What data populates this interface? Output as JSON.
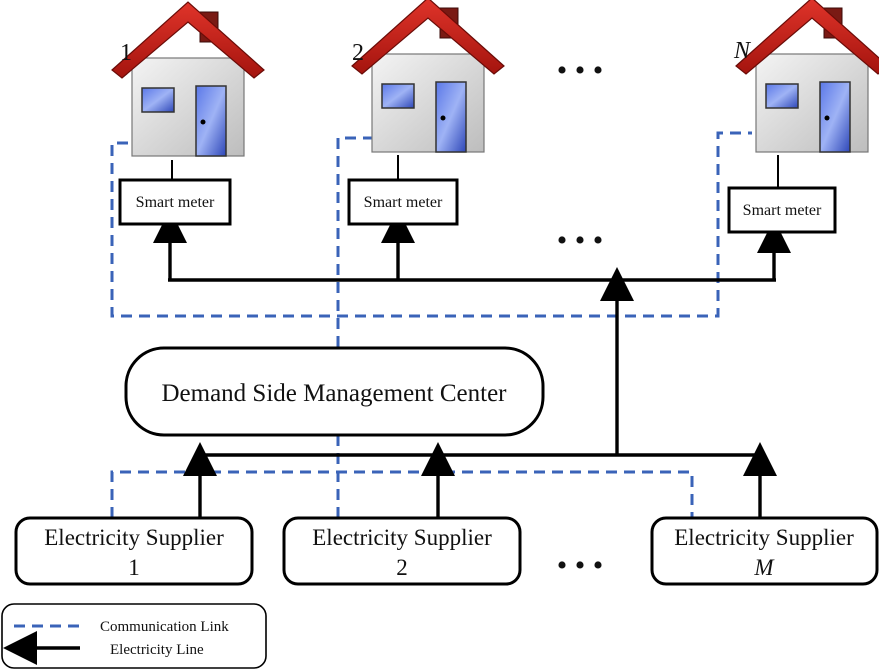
{
  "houses": [
    {
      "label": "1"
    },
    {
      "label": "2"
    },
    {
      "label": "N"
    }
  ],
  "smart_meter_label": "Smart meter",
  "ellipsis": "• • •",
  "dsm_center_label": "Demand Side Management Center",
  "suppliers": [
    {
      "line1": "Electricity Supplier",
      "line2": "1"
    },
    {
      "line1": "Electricity Supplier",
      "line2": "2"
    },
    {
      "line1": "Electricity Supplier",
      "line2": "M"
    }
  ],
  "legend": {
    "communication_link": "Communication Link",
    "electricity_line": "Electricity Line"
  },
  "colors": {
    "communication_link": "#3a63b8",
    "electricity_line": "#000000",
    "roof": "#c8201a",
    "chimney": "#7a1a14",
    "house_wall": "#e6e6e6",
    "window_door": "#3550c8"
  }
}
